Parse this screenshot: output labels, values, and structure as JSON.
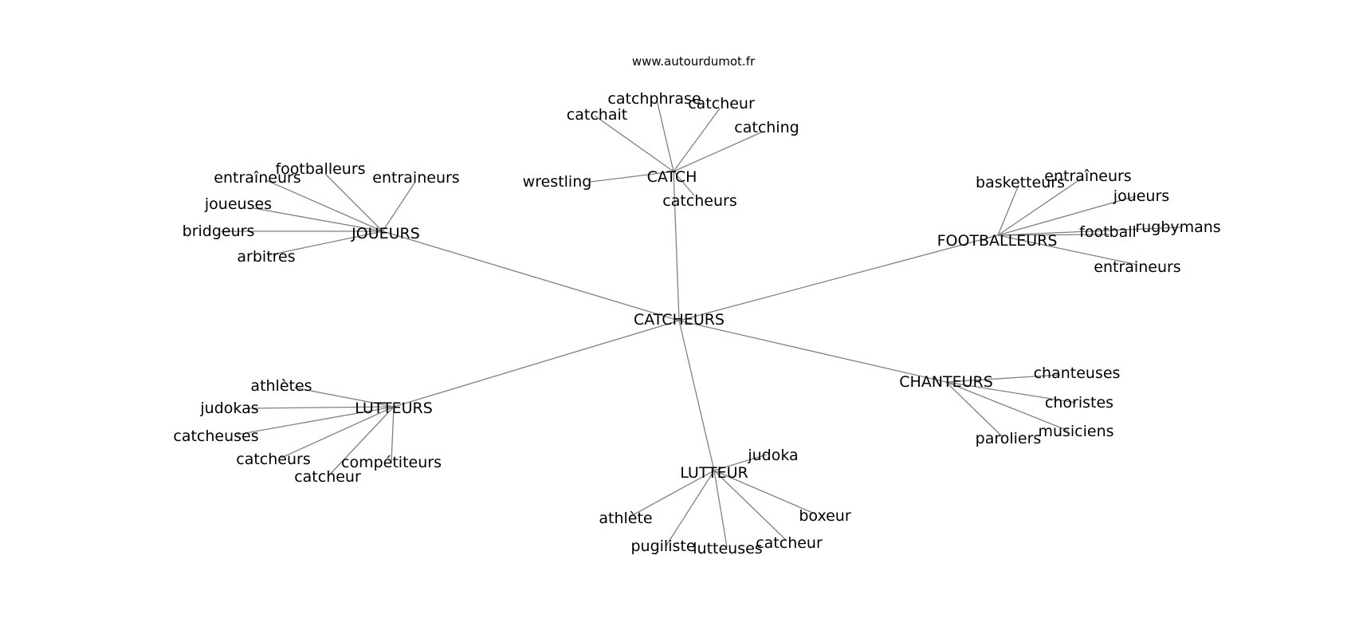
{
  "header": {
    "site": "www.autourdumot.fr"
  },
  "colors": {
    "edge": "#808080",
    "text": "#000000",
    "background": "#ffffff"
  },
  "graph": {
    "root": {
      "id": "catcheurs_root",
      "label": "CATCHEURS"
    },
    "clusters": [
      {
        "id": "catch",
        "label": "CATCH",
        "leaves": [
          "wrestling",
          "catchait",
          "catchphrase",
          "catcheur",
          "catching",
          "catcheurs"
        ]
      },
      {
        "id": "joueurs",
        "label": "JOUEURS",
        "leaves": [
          "entraîneurs",
          "footballeurs",
          "entraineurs",
          "joueuses",
          "bridgeurs",
          "arbitres"
        ]
      },
      {
        "id": "footballeurs",
        "label": "FOOTBALLEURS",
        "leaves": [
          "basketteurs",
          "entraîneurs",
          "joueurs",
          "football",
          "rugbymans",
          "entraineurs"
        ]
      },
      {
        "id": "lutteurs",
        "label": "LUTTEURS",
        "leaves": [
          "athlètes",
          "judokas",
          "catcheuses",
          "catcheurs",
          "catcheur",
          "compétiteurs"
        ]
      },
      {
        "id": "chanteurs",
        "label": "CHANTEURS",
        "leaves": [
          "chanteuses",
          "choristes",
          "musiciens",
          "paroliers"
        ]
      },
      {
        "id": "lutteur",
        "label": "LUTTEUR",
        "leaves": [
          "judoka",
          "boxeur",
          "catcheur",
          "lutteuses",
          "pugiliste",
          "athlète"
        ]
      }
    ]
  }
}
